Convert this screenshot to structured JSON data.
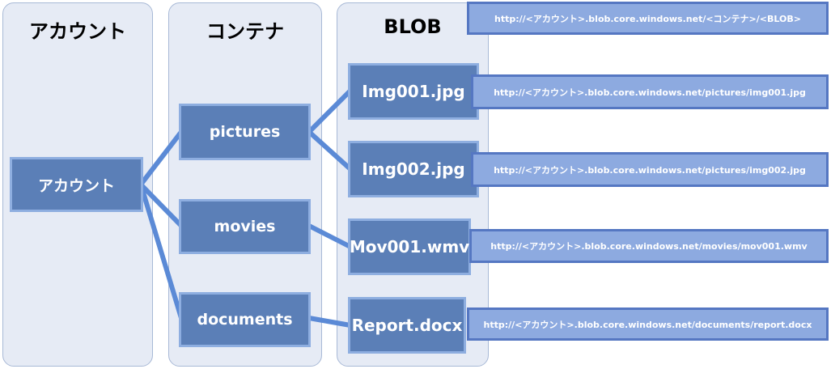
{
  "columns": {
    "account": "アカウント",
    "container": "コンテナ",
    "blob": "BLOB"
  },
  "account_node": "アカウント",
  "containers": {
    "pictures": "pictures",
    "movies": "movies",
    "documents": "documents"
  },
  "blobs": {
    "img001": "Img001.jpg",
    "img002": "Img002.jpg",
    "mov001": "Mov001.wmv",
    "report": "Report.docx"
  },
  "urls": {
    "template": "http://<アカウント>.blob.core.windows.net/<コンテナ>/<BLOB>",
    "img001": "http://<アカウント>.blob.core.windows.net/pictures/img001.jpg",
    "img002": "http://<アカウント>.blob.core.windows.net/pictures/img002.jpg",
    "mov001": "http://<アカウント>.blob.core.windows.net/movies/mov001.wmv",
    "report": "http://<アカウント>.blob.core.windows.net/documents/report.docx"
  },
  "colors": {
    "column_bg": "#e6ebf5",
    "node_fill": "#5b7fb7",
    "node_border": "#8eaee0",
    "url_fill": "#8daae0",
    "url_border": "#5577c2",
    "connector": "#5b8ad6"
  }
}
